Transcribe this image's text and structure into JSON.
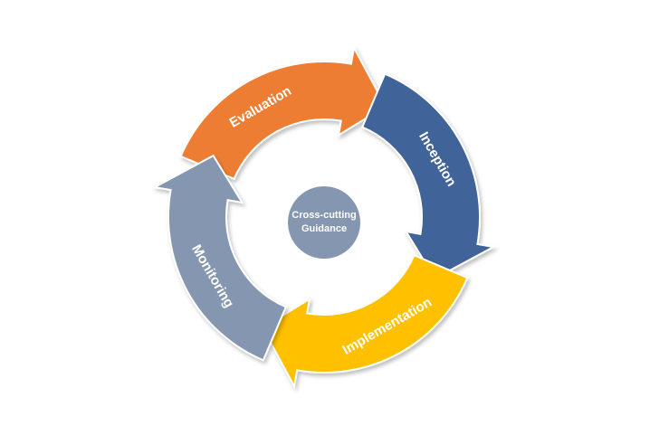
{
  "diagram": {
    "center": {
      "line1": "Cross-cutting",
      "line2": "Guidance"
    },
    "stages": [
      {
        "key": "evaluation",
        "label": "Evaluation",
        "color": "#ED7D31"
      },
      {
        "key": "inception",
        "label": "Inception",
        "color": "#3F6499"
      },
      {
        "key": "implementation",
        "label": "Implementation",
        "color": "#FFC000"
      },
      {
        "key": "monitoring",
        "label": "Monitoring",
        "color": "#8496B0"
      }
    ],
    "center_color": "#8496B0"
  }
}
